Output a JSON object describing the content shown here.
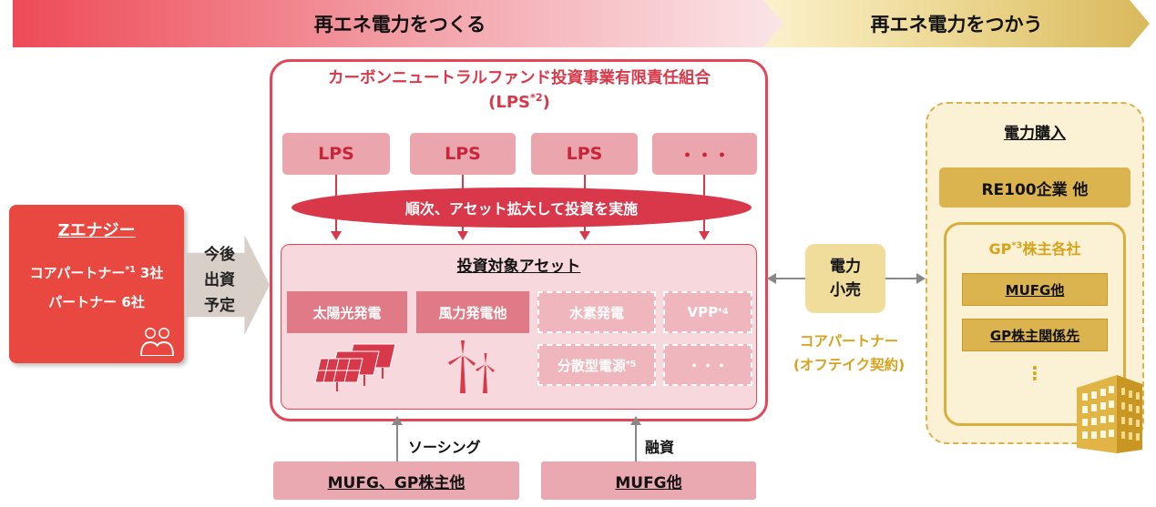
{
  "banners": {
    "left": "再エネ電力をつくる",
    "right": "再エネ電力をつかう"
  },
  "z_energy": {
    "title": "Zエナジー",
    "line1_prefix": "コアパートナー",
    "line1_sup": "*1",
    "line1_suffix": " 3社",
    "line2": "パートナー 6社"
  },
  "invest_arrow": {
    "lines": [
      "今後",
      "出資",
      "予定"
    ]
  },
  "fund": {
    "title": "カーボンニュートラルファンド投資事業有限責任組合",
    "sub_prefix": "(LPS",
    "sub_sup": "*2",
    "sub_suffix": ")",
    "lps_boxes": [
      "LPS",
      "LPS",
      "LPS",
      "・・・"
    ],
    "ellipse_text": "順次、アセット拡大して投資を実施",
    "assets_title": "投資対象アセット",
    "assets": {
      "solar": "太陽光発電",
      "wind": "風力発電他",
      "hydrogen": "水素発電",
      "vpp": "VPP",
      "vpp_sup": "*4",
      "distributed": "分散型電源",
      "distributed_sup": "*5",
      "more": "・・・"
    }
  },
  "retail": {
    "line1": "電力",
    "line2": "小売",
    "note_line1": "コアパートナー",
    "note_line2": "(オフテイク契約)"
  },
  "purchase": {
    "title": "電力購入",
    "re100": "RE100企業 他",
    "gp_prefix": "GP",
    "gp_sup": "*3",
    "gp_suffix": "株主各社",
    "gp_items": [
      "MUFG他",
      "GP株主関係先"
    ],
    "dots": "⋮"
  },
  "bottom": {
    "left_label": "ソーシング",
    "left_box": "MUFG、GP株主他",
    "right_label": "融資",
    "right_box": "MUFG他"
  },
  "colors": {
    "fund_red": "#e24657",
    "gold": "#dbb34f",
    "z_red": "#e8483f"
  }
}
